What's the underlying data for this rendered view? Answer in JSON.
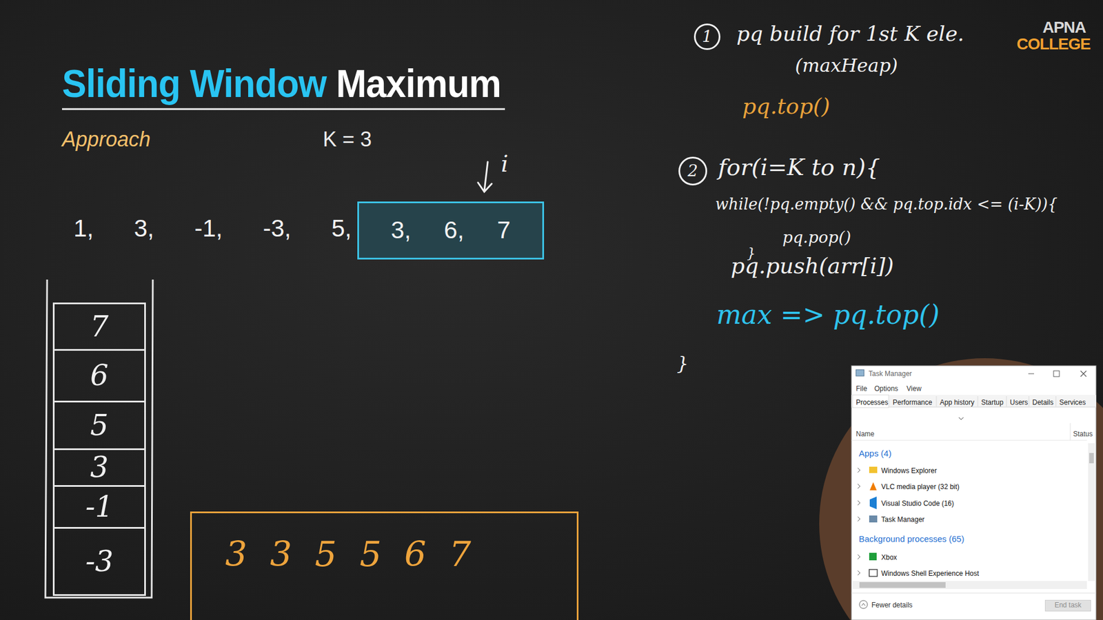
{
  "diagram": {
    "title": "Sliding Window Maximum",
    "nodes": [
      {
        "text": [
          "3, 6, 7"
        ]
      },
      {
        "text": [
          "7"
        ]
      },
      {
        "text": [
          "6"
        ]
      },
      {
        "text": [
          "5"
        ]
      },
      {
        "text": [
          "3"
        ]
      },
      {
        "text": [
          "-1"
        ]
      },
      {
        "text": [
          "-3"
        ]
      },
      {
        "text": [
          "3 3 5 5 6 7"
        ]
      },
      {
        "text": [
          "1"
        ]
      },
      {
        "text": [
          "2"
        ]
      },
      {
        "text": [
          "Task Manager",
          "File",
          "Options",
          "View",
          "Processes",
          "Performance",
          "App history",
          "Startup",
          "Users",
          "Details",
          "Services",
          "Name",
          "Status",
          "Apps (4)",
          "Windows Explorer",
          "VLC media player (32 bit)",
          "Visual Studio Code (16)",
          "Task Manager",
          "Background processes (65)",
          "Xbox",
          "Windows Shell Experience Host",
          "Fewer details"
        ]
      },
      {
        "text": [
          "End task"
        ],
        "in": 10
      }
    ],
    "labels": [
      "Approach",
      "K = 3",
      "1, 3, -1, -3, 5,",
      "i",
      "pq build for 1st K ele.",
      "(maxHeap)",
      "pq.top()",
      "for(i=K to n){",
      "while(!pq.empty() && pq.top.idx <= (i-K)){",
      "pq.pop()",
      "}",
      "pq.push(arr[i])",
      "max => pq.top()",
      "}",
      "APNA",
      "COLLEGE"
    ]
  }
}
